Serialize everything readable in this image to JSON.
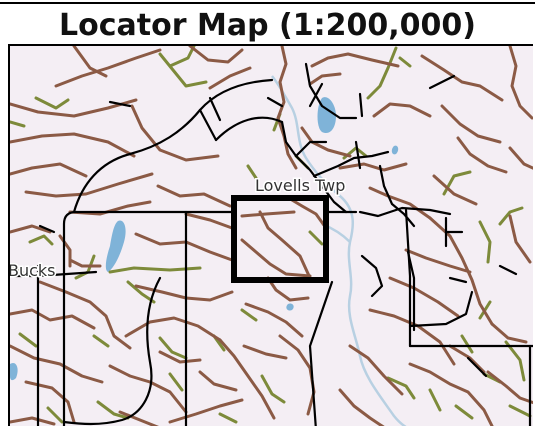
{
  "title": "Locator Map (1:200,000)",
  "places": [
    {
      "name": "Lovells Twp"
    },
    {
      "name": "Bucks"
    }
  ],
  "colors": {
    "background": "#f4eef4",
    "major_road": "#8b5a45",
    "minor_road": "#7d8a3a",
    "boundary": "#000000",
    "water": "#7fb3d8",
    "river": "#b8d0e2",
    "extent_box": "#000000"
  }
}
